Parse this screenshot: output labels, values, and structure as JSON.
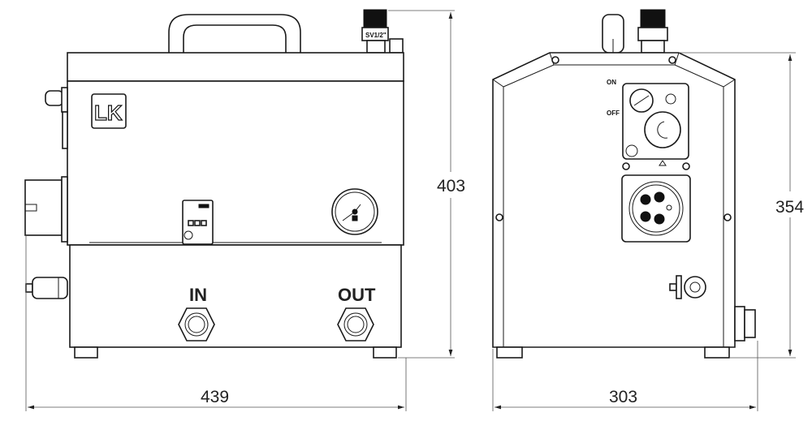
{
  "title": "Unit dimension drawing",
  "front_view": {
    "logo_text": "LK",
    "valve_marking": "SV1/2\"",
    "inlet_label": "IN",
    "outlet_label": "OUT"
  },
  "side_view": {
    "switch_on_label": "ON",
    "switch_off_label": "OFF"
  },
  "dimensions": {
    "front_height": "403",
    "front_width": "439",
    "side_height": "354",
    "side_depth": "303"
  },
  "colors": {
    "line": "#1a1a1a",
    "background": "#ffffff"
  }
}
